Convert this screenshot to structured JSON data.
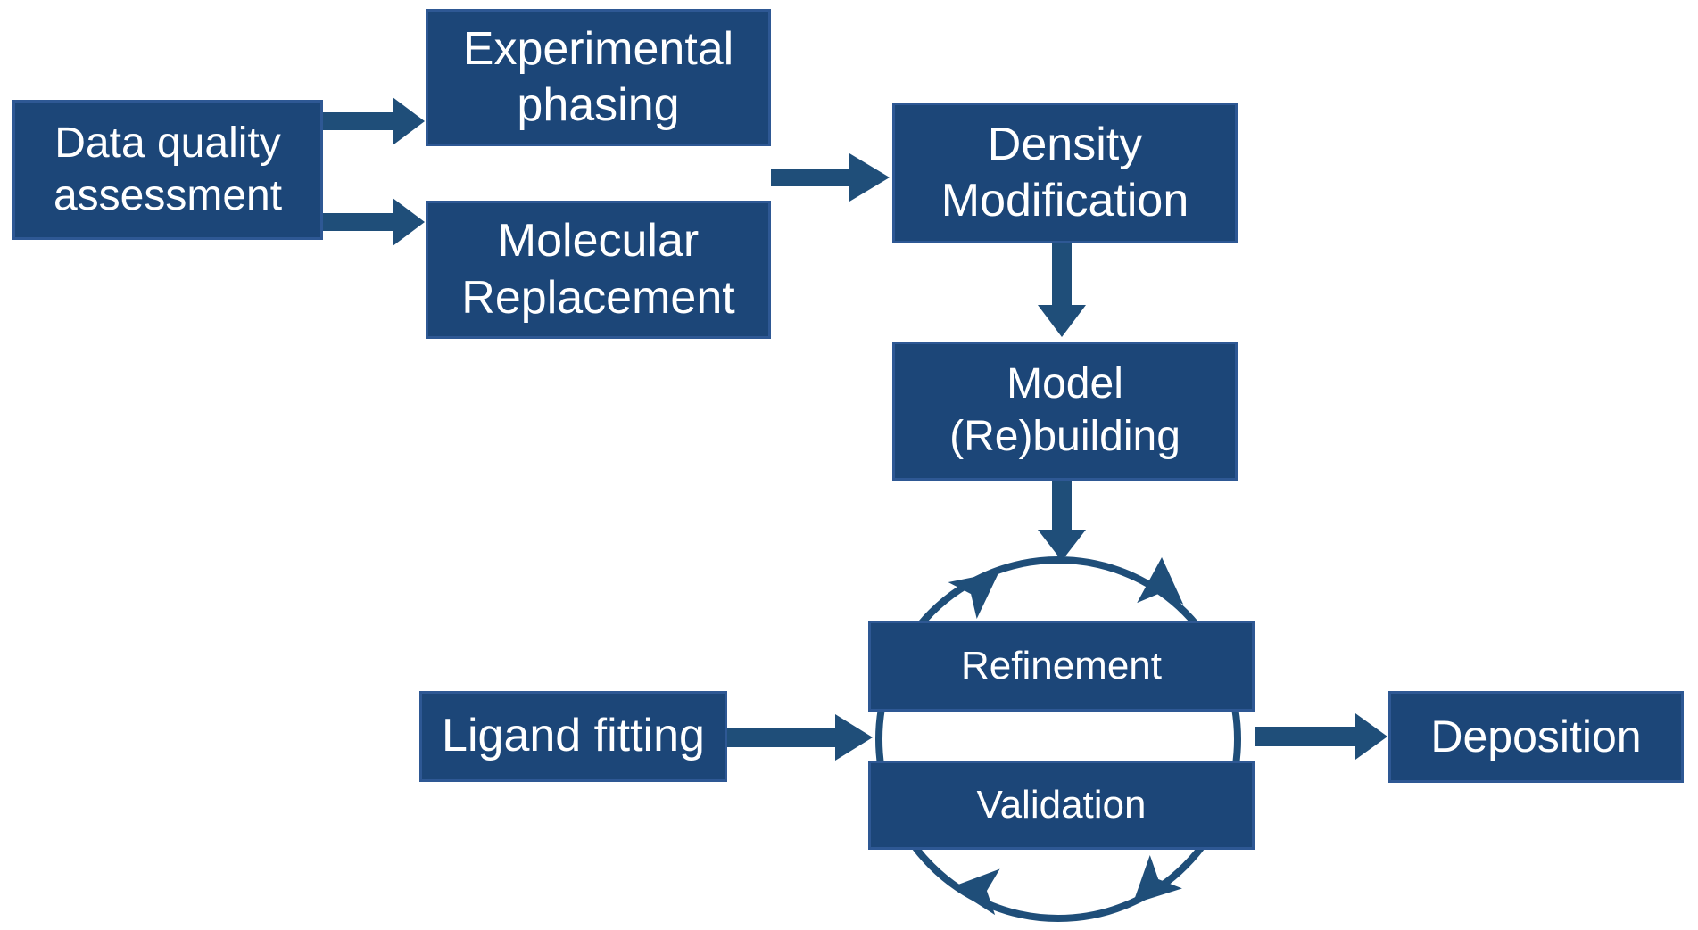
{
  "diagram": {
    "description": "Crystallography structure-solution workflow flowchart",
    "nodes": {
      "data_quality": {
        "label": "Data quality assessment"
      },
      "experimental_phasing": {
        "label": "Experimental phasing"
      },
      "molecular_replacement": {
        "label": "Molecular Replacement"
      },
      "density_modification": {
        "label": "Density Modification"
      },
      "model_rebuilding": {
        "label": "Model (Re)building"
      },
      "refinement": {
        "label": "Refinement"
      },
      "validation": {
        "label": "Validation"
      },
      "ligand_fitting": {
        "label": "Ligand fitting"
      },
      "deposition": {
        "label": "Deposition"
      }
    },
    "edges": [
      {
        "from": "Data quality assessment",
        "to": "Experimental phasing"
      },
      {
        "from": "Data quality assessment",
        "to": "Molecular Replacement"
      },
      {
        "from": "Experimental phasing / Molecular Replacement",
        "to": "Density Modification"
      },
      {
        "from": "Density Modification",
        "to": "Model (Re)building"
      },
      {
        "from": "Model (Re)building",
        "to": "Refinement-Validation cycle"
      },
      {
        "from": "Ligand fitting",
        "to": "Refinement-Validation cycle"
      },
      {
        "from": "Refinement-Validation cycle",
        "to": "Deposition"
      },
      {
        "from": "Refinement",
        "to": "Validation",
        "type": "cycle"
      },
      {
        "from": "Validation",
        "to": "Refinement",
        "type": "cycle"
      }
    ],
    "colors": {
      "box_fill": "#1c4678",
      "box_border": "#2e5894",
      "arrow": "#1f4e79",
      "text": "#ffffff",
      "background": "#ffffff"
    }
  }
}
